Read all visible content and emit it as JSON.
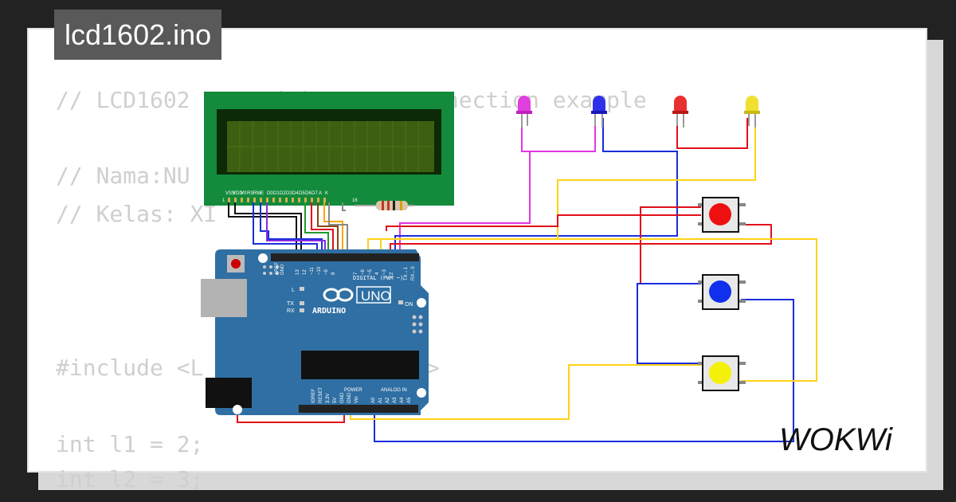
{
  "file": {
    "name": "lcd1602.ino"
  },
  "code_lines": [
    "// LCD1602 to Arduino Uno connection example",
    "// Nama:NU",
    "// Kelas: XI",
    "#include <L",
    "n>",
    "int l1 = 2;",
    "int l2 = 3;"
  ],
  "brand": {
    "name": "WOKWi"
  },
  "lcd": {
    "pins": [
      "VSS",
      "VDD",
      "V0",
      "RS",
      "RW",
      "E",
      "D0",
      "D1",
      "D2",
      "D3",
      "D4",
      "D5",
      "D6",
      "D7",
      "A",
      "K"
    ],
    "pin_first": "1",
    "pin_last": "16"
  },
  "arduino": {
    "model": "UNO",
    "brand": "ARDUINO",
    "digital_label": "DIGITAL (PWM ~)",
    "digital_pins": [
      "AREF",
      "GND",
      "13",
      "12",
      "~11",
      "~10",
      "~9",
      "8",
      "7",
      "~6",
      "~5",
      "4",
      "~3",
      "2",
      "TX→1",
      "RX←0"
    ],
    "power_label": "POWER",
    "power_pins": [
      "IOREF",
      "RESET",
      "3.3V",
      "5V",
      "GND",
      "GND",
      "Vin"
    ],
    "analog_label": "ANALOG IN",
    "analog_pins": [
      "A0",
      "A1",
      "A2",
      "A3",
      "A4",
      "A5"
    ],
    "on_label": "ON",
    "l_label": "L",
    "tx_label": "TX",
    "rx_label": "RX"
  },
  "colors": {
    "background": "#222222",
    "tab": "#595959",
    "board": "#2f6fa3",
    "lcd_pcb": "#138a3c",
    "lcd_screen": "#3d5f12",
    "wire_red": "#e0101a",
    "wire_blue": "#1a2ddb",
    "wire_yellow": "#ffd21a",
    "wire_magenta": "#e236e2",
    "wire_black": "#111111",
    "wire_green": "#1f9a2f",
    "wire_gray": "#888888"
  },
  "leds": [
    {
      "color": "#e040e0",
      "name": "magenta"
    },
    {
      "color": "#3030e8",
      "name": "blue"
    },
    {
      "color": "#e83030",
      "name": "red"
    },
    {
      "color": "#f0e030",
      "name": "yellow"
    }
  ],
  "buttons": [
    {
      "color": "#ee1010",
      "name": "red"
    },
    {
      "color": "#1030ee",
      "name": "blue"
    },
    {
      "color": "#f4f00a",
      "name": "yellow"
    }
  ]
}
